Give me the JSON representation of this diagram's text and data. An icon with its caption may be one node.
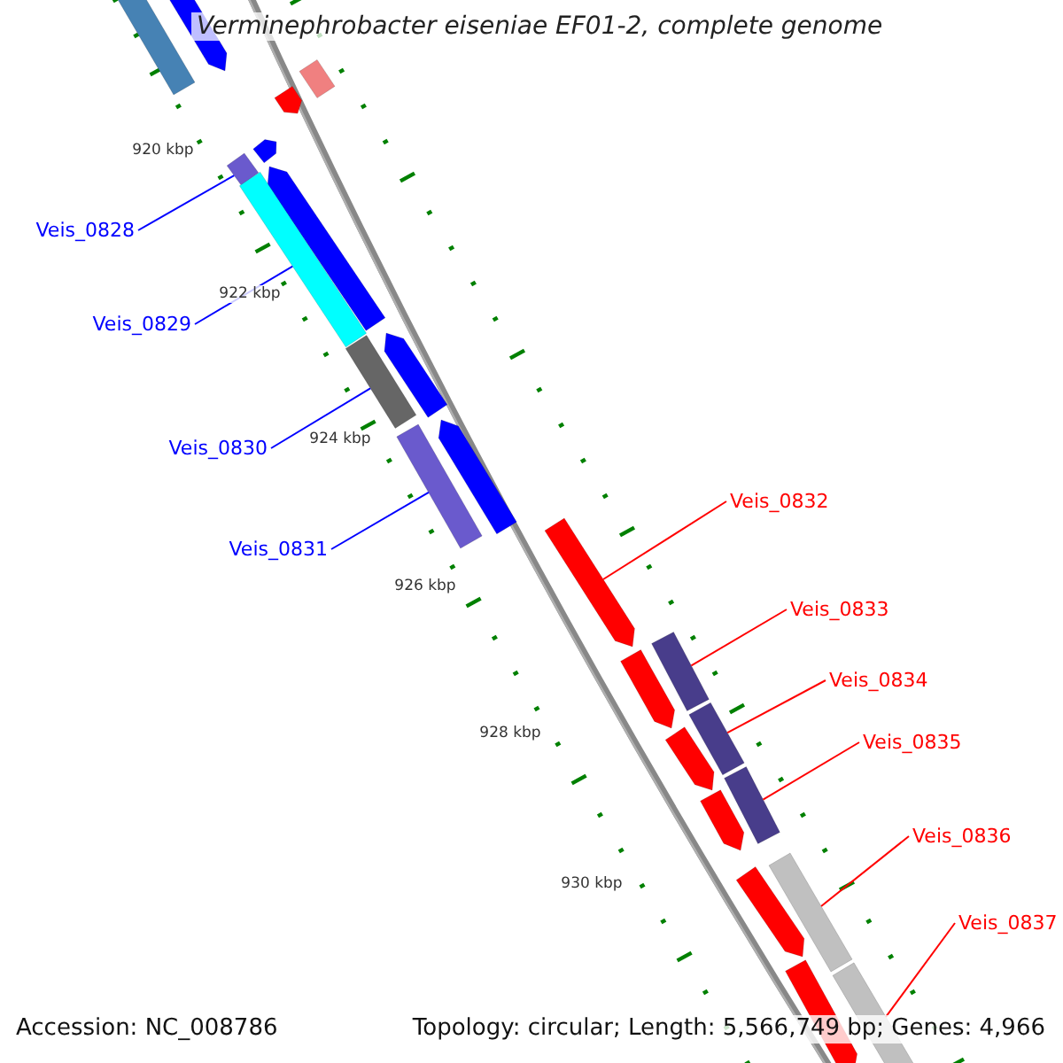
{
  "diagram": {
    "title": "Verminephrobacter eiseniae EF01-2, complete genome",
    "nodes": [
      {
        "text": [
          "Veis_0828"
        ]
      },
      {
        "text": [
          "Veis_0829"
        ]
      },
      {
        "text": [
          "Veis_0830"
        ]
      },
      {
        "text": [
          "Veis_0831"
        ]
      },
      {
        "text": [
          "Veis_0832"
        ]
      },
      {
        "text": [
          "Veis_0833"
        ]
      },
      {
        "text": [
          "Veis_0834"
        ]
      },
      {
        "text": [
          "Veis_0835"
        ]
      },
      {
        "text": [
          "Veis_0836"
        ]
      },
      {
        "text": [
          "Veis_0837"
        ]
      },
      {
        "text": [],
        "shape": "bar"
      },
      {
        "text": [],
        "shape": "bar"
      },
      {
        "text": [],
        "shape": "bar"
      },
      {
        "text": [],
        "shape": "bar"
      },
      {
        "text": [],
        "shape": "bar"
      },
      {
        "text": [],
        "shape": "bar"
      },
      {
        "text": [],
        "shape": "bar"
      },
      {
        "text": [],
        "shape": "bar"
      },
      {
        "text": [],
        "shape": "bar"
      },
      {
        "text": [],
        "shape": "bar"
      }
    ],
    "edges": [
      {
        "from": 0,
        "to": 10,
        "arrow": "none",
        "color": "#0000ff"
      },
      {
        "from": 1,
        "to": 11,
        "arrow": "none",
        "color": "#0000ff"
      },
      {
        "from": 2,
        "to": 12,
        "arrow": "none",
        "color": "#0000ff"
      },
      {
        "from": 3,
        "to": 13,
        "arrow": "none",
        "color": "#0000ff"
      },
      {
        "from": 4,
        "to": 14,
        "arrow": "none"
      },
      {
        "from": 5,
        "to": 15,
        "arrow": "none"
      },
      {
        "from": 6,
        "to": 16,
        "arrow": "none"
      },
      {
        "from": 7,
        "to": 17,
        "arrow": "none"
      },
      {
        "from": 8,
        "to": 18,
        "arrow": "none"
      },
      {
        "from": 9,
        "to": 19,
        "arrow": "none"
      }
    ],
    "labels": [
      "920 kbp",
      "922 kbp",
      "924 kbp",
      "926 kbp",
      "928 kbp",
      "930 kbp",
      "Accession: NC_008786",
      "Topology: circular; Length: 5,566,749 bp; Genes: 4,966"
    ]
  }
}
